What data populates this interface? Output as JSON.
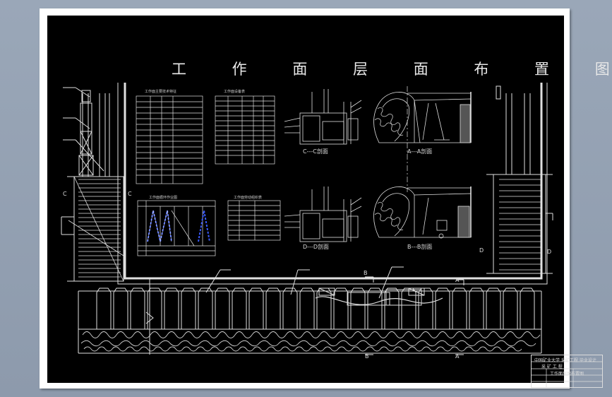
{
  "drawing_title": "工 作 面 层 面 布 置 图",
  "section_labels": {
    "cc": "C---C剖面",
    "aa": "A---A剖面",
    "dd": "D---D剖面",
    "bb": "B---B剖面"
  },
  "table_titles": {
    "t1": "工作面主要技术特征",
    "t2": "工作面设备表",
    "t3": "工作面循环作业图",
    "t4": "工作面劳动组织表"
  },
  "marks": {
    "c_left": "C",
    "c_right": "C",
    "d_left": "D",
    "d_right": "D",
    "b_top": "B",
    "b_bottom": "B",
    "a_top": "A",
    "a_bottom": "A"
  },
  "title_block": {
    "line1": "中国矿业大学 采矿工程 毕业设计",
    "line2": "采 矿 工 程",
    "line3": "工作面层面布置图"
  },
  "colors": {
    "background": "#000000",
    "line": "#e0e0e0",
    "accent_blue": "#3a5bff",
    "window_bg": "#8f9cae"
  }
}
